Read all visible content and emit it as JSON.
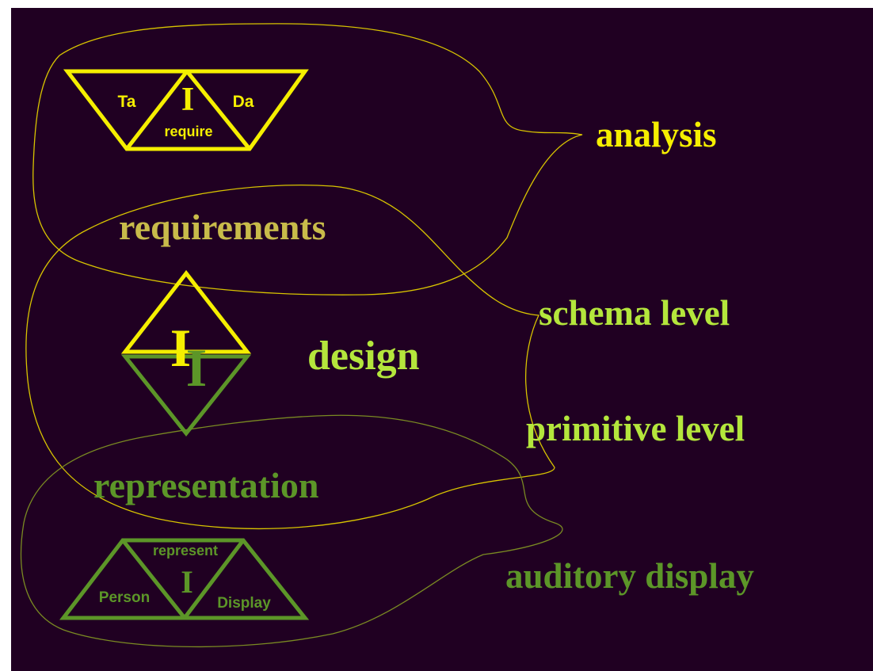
{
  "colors": {
    "background": "#200022",
    "yellow": "#f5ef00",
    "tan": "#c8bb4a",
    "lime": "#b4e63c",
    "green": "#5c9628",
    "olive": "#7a8a22"
  },
  "analysis_group": {
    "triangle_left_label": "Ta",
    "triangle_right_label": "Da",
    "triangle_center_symbol": "I",
    "triangle_center_label": "require",
    "level_label": "analysis"
  },
  "requirements_label": "requirements",
  "design_group": {
    "upper_symbol": "I",
    "lower_symbol": "I",
    "label": "design"
  },
  "level_labels": {
    "schema": "schema level",
    "primitive": "primitive level"
  },
  "representation_label": "representation",
  "representation_group": {
    "triangle_left_label": "Person",
    "triangle_right_label": "Display",
    "triangle_center_symbol": "I",
    "triangle_center_label": "represent",
    "level_label": "auditory display"
  }
}
